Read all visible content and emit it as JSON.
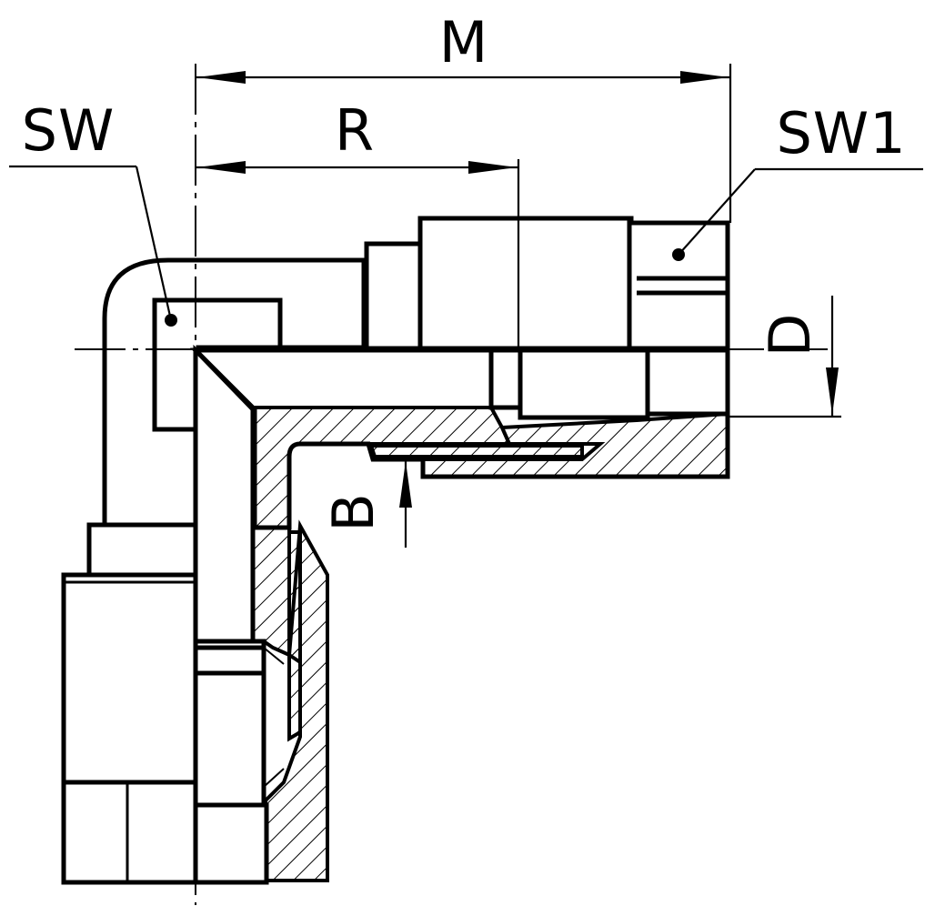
{
  "labels": {
    "m": "M",
    "r": "R",
    "sw": "SW",
    "sw1": "SW1",
    "d": "D",
    "b": "B"
  },
  "colors": {
    "ink": "#000000",
    "paper": "#ffffff"
  }
}
